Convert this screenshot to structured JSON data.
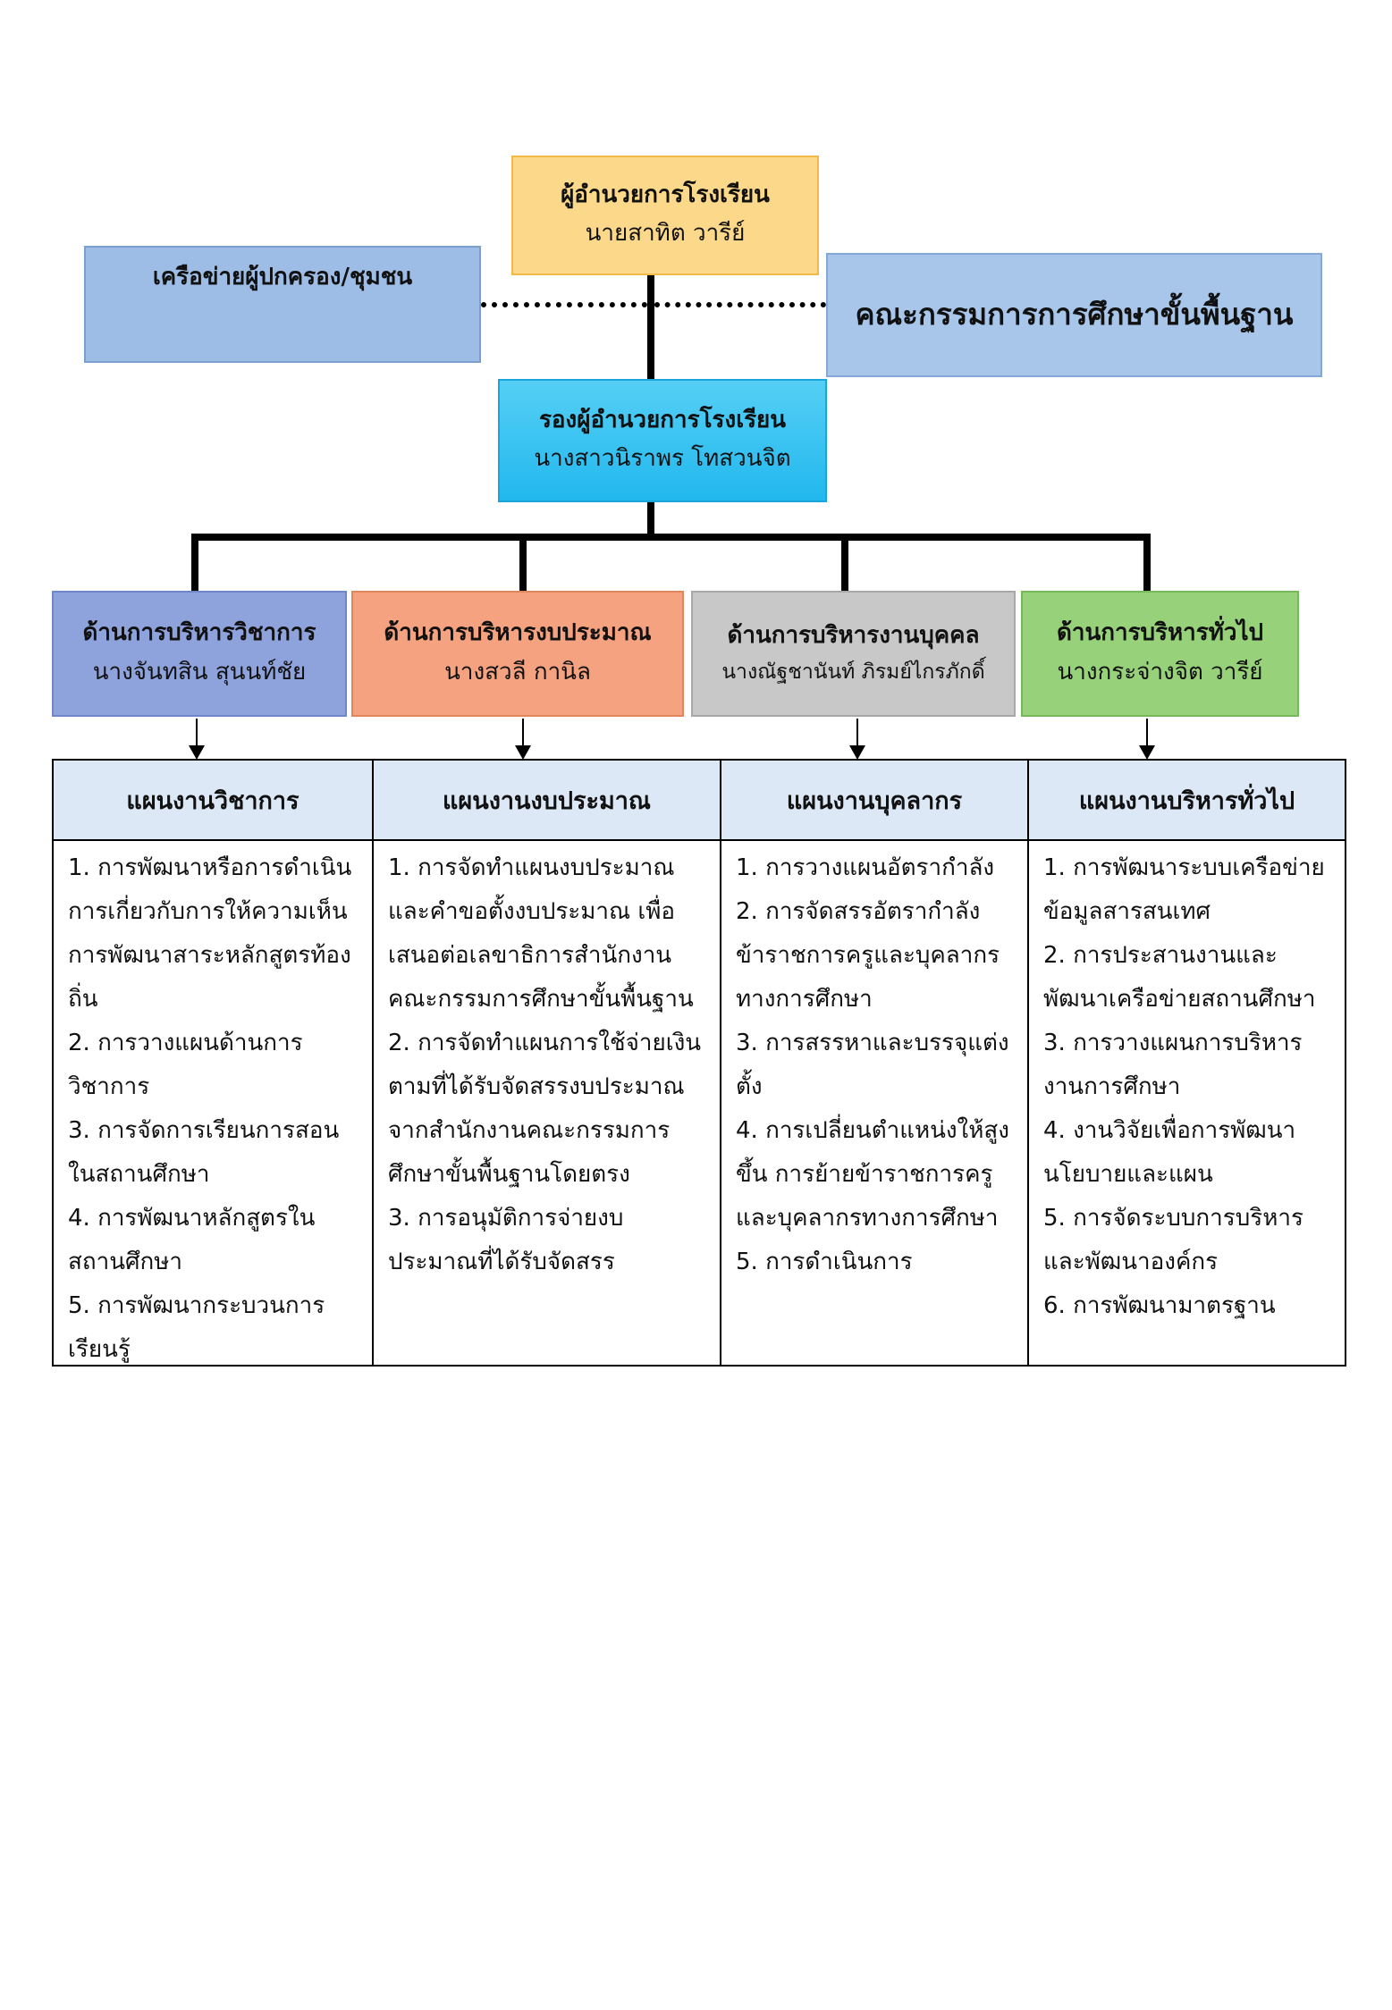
{
  "director": {
    "title": "ผู้อำนวยการโรงเรียน",
    "name": "นายสาทิต  วารีย์",
    "color": "#fcd98a"
  },
  "parent_network": {
    "title": "เครือข่ายผู้ปกครอง/ชุมชน",
    "color": "#9dbde6"
  },
  "basic_ed_committee": {
    "title": "คณะกรรมการการศึกษาขั้นพื้นฐาน",
    "color": "#a7c6ea"
  },
  "deputy": {
    "title": "รองผู้อำนวยการโรงเรียน",
    "name": "นางสาวนิราพร  โทสวนจิต",
    "color": "#2bc1f1"
  },
  "divisions": [
    {
      "title": "ด้านการบริหารวิชาการ",
      "name": "นางจันทสิน  สุนนท์ชัย",
      "color": "#8ea2dc"
    },
    {
      "title": "ด้านการบริหารงบประมาณ",
      "name": "นางสวลี  กานิล",
      "color": "#f4a27f"
    },
    {
      "title": "ด้านการบริหารงานบุคคล",
      "name": "นางณัฐชานันท์  ภิรมย์ไกรภักดิ์",
      "color": "#c8c8c8"
    },
    {
      "title": "ด้านการบริหารทั่วไป",
      "name": "นางกระจ่างจิต  วารีย์",
      "color": "#97d17a"
    }
  ],
  "plans": [
    {
      "header": "แผนงานวิชาการ",
      "items": [
        "1.  การพัฒนาหรือการดำเนินการเกี่ยวกับการให้ความเห็นการพัฒนาสาระหลักสูตรท้องถิ่น",
        "2.  การวางแผนด้านการวิชาการ",
        "3. การจัดการเรียนการสอนในสถานศึกษา",
        "4.  การพัฒนาหลักสูตรในสถานศึกษา",
        "5.  การพัฒนากระบวนการเรียนรู้"
      ]
    },
    {
      "header": "แผนงานงบประมาณ",
      "items": [
        "1.  การจัดทำแผนงบประมาณและคำขอตั้งงบประมาณ เพื่อเสนอต่อเลขาธิการสำนักงานคณะกรรมการศึกษาขั้นพื้นฐาน",
        "2.  การจัดทำแผนการใช้จ่ายเงิน ตามที่ได้รับจัดสรรงบประมาณจากสำนักงานคณะกรรมการศึกษาขั้นพื้นฐานโดยตรง",
        "3.  การอนุมัติการจ่ายงบประมาณที่ได้รับจัดสรร"
      ]
    },
    {
      "header": "แผนงานบุคลากร",
      "items": [
        "1.  การวางแผนอัตรากำลัง",
        "2.  การจัดสรรอัตรากำลังข้าราชการครูและบุคลากรทางการศึกษา",
        "3.  การสรรหาและบรรจุแต่งตั้ง",
        "4.  การเปลี่ยนตำแหน่งให้สูงขึ้น การย้ายข้าราชการครูและบุคลากรทางการศึกษา",
        "5.  การดำเนินการ"
      ]
    },
    {
      "header": "แผนงานบริหารทั่วไป",
      "items": [
        "1.  การพัฒนาระบบเครือข่ายข้อมูลสารสนเทศ",
        "2.  การประสานงานและพัฒนาเครือข่ายสถานศึกษา",
        "3.  การวางแผนการบริหารงานการศึกษา",
        "4.  งานวิจัยเพื่อการพัฒนานโยบายและแผน",
        "5.  การจัดระบบการบริหารและพัฒนาองค์กร",
        "6.  การพัฒนามาตรฐาน"
      ]
    }
  ]
}
